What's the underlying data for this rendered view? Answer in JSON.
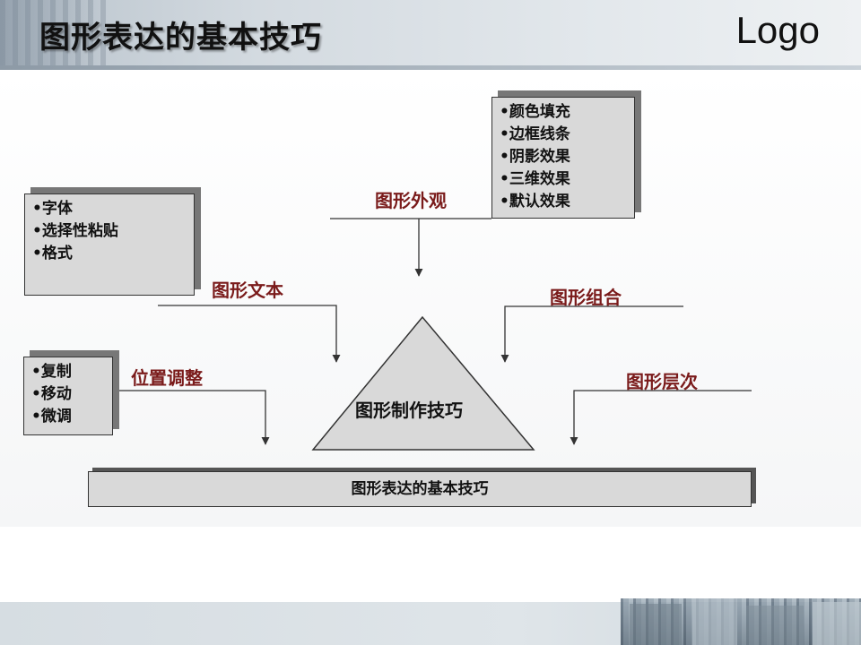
{
  "header": {
    "title": "图形表达的基本技巧",
    "logo": "Logo"
  },
  "diagram": {
    "center": "图形制作技巧",
    "base": "图形表达的基本技巧",
    "labels": {
      "appearance": "图形外观",
      "text": "图形文本",
      "combine": "图形组合",
      "position": "位置调整",
      "layer": "图形层次"
    },
    "boxes": {
      "appearance": [
        "•颜色填充",
        "•边框线条",
        "•阴影效果",
        "•三维效果",
        "•默认效果"
      ],
      "text": [
        "•字体",
        "•选择性粘贴",
        "•格式"
      ],
      "position": [
        "•复制",
        "•移动",
        "•微调"
      ]
    }
  },
  "colors": {
    "label": "#7a1b1b",
    "box_fill": "#d9d9d9",
    "triangle_fill": "#d9d9d9"
  }
}
